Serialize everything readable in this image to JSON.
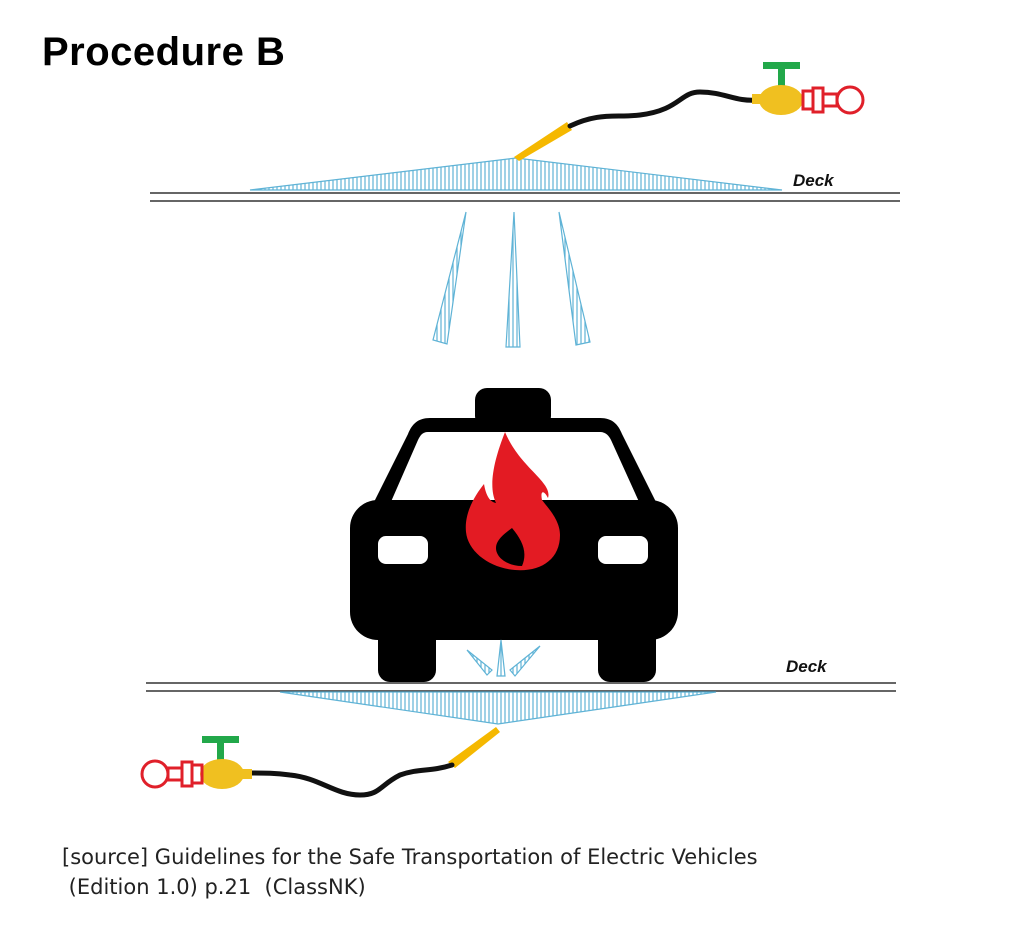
{
  "title": "Procedure B",
  "deck_upper_label": "Deck",
  "deck_lower_label": "Deck",
  "source_line1": "[source] Guidelines for the Safe Transportation of Electric Vehicles",
  "source_line2": " (Edition 1.0) p.21  (ClassNK)",
  "colors": {
    "water_spray": "#5fb3d6",
    "nozzle": "#f5b800",
    "hose": "#111111",
    "valve_handle": "#22a84a",
    "valve_body": "#f0c020",
    "hydrant_outline": "#e0202a",
    "flame": "#e31b23",
    "car": "#000000"
  },
  "icons": [
    "fire-hydrant-icon",
    "nozzle-icon",
    "car-icon",
    "flame-icon",
    "water-spray-icon"
  ]
}
